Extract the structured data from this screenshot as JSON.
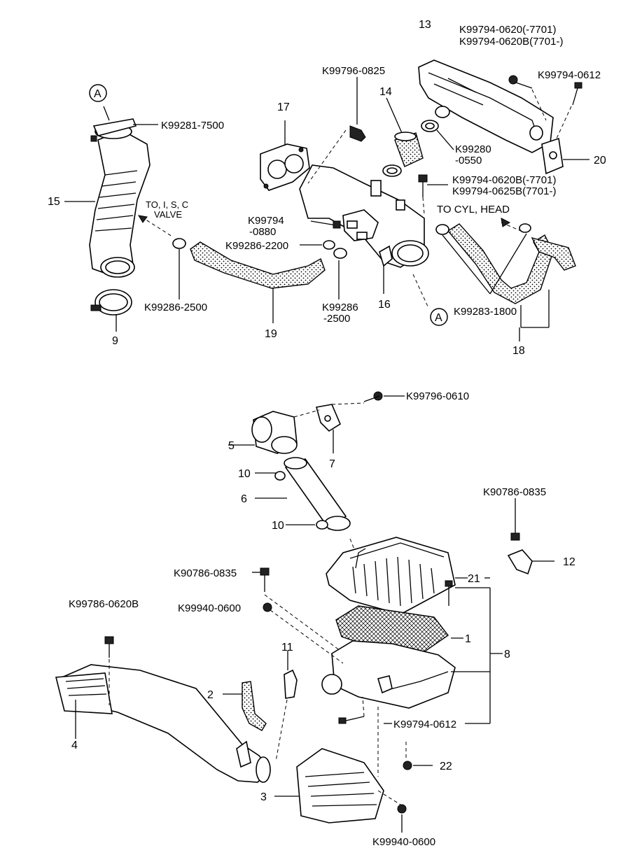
{
  "labels": {
    "k99794_0620_7701": "K99794-0620(-7701)",
    "k99794_0620b_7701": "K99794-0620B(7701-)",
    "n13": "13",
    "k99796_0825": "K99796-0825",
    "k99794_0612_top": "K99794-0612",
    "circle_a_top": "A",
    "k99281_7500": "K99281-7500",
    "n17": "17",
    "n14": "14",
    "k99280": "K99280",
    "k99280_b": "-0550",
    "n20": "20",
    "k99794_0620b_b": "K99794-0620B(-7701)",
    "k99794_0625b": "K99794-0625B(7701-)",
    "n15": "15",
    "to_isc": "TO, I, S, C",
    "valve": "VALVE",
    "to_cyl_head": "TO CYL, HEAD",
    "k99794_0880_a": "K99794",
    "k99794_0880_b": "-0880",
    "k99286_2200": "K99286-2200",
    "k99286_2500_left": "K99286-2500",
    "k99286_2500_mid_a": "K99286",
    "k99286_2500_mid_b": "-2500",
    "n16": "16",
    "circle_a_bottom": "A",
    "k99283_1800": "K99283-1800",
    "n9": "9",
    "n19": "19",
    "n18": "18",
    "k99796_0610": "K99796-0610",
    "n5": "5",
    "n7": "7",
    "n10a": "10",
    "n6": "6",
    "n10b": "10",
    "k90786_0835_right": "K90786-0835",
    "n21": "21",
    "n12": "12",
    "k90786_0835_left": "K90786-0835",
    "k99940_0600_top": "K99940-0600",
    "k99786_0620b": "K99786-0620B",
    "n11": "11",
    "n1": "1",
    "n8": "8",
    "n2": "2",
    "n4": "4",
    "k99794_0612_bottom": "K99794-0612",
    "n22": "22",
    "n3": "3",
    "k99940_0600_bottom": "K99940-0600"
  }
}
